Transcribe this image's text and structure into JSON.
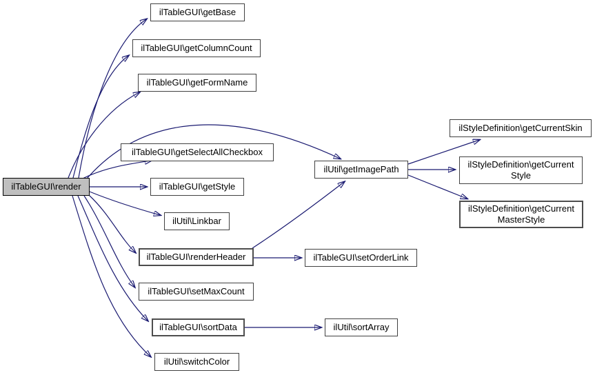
{
  "diagram": {
    "type": "call-graph",
    "colors": {
      "background": "#ffffff",
      "edge": "#191970",
      "node_border": "#404040",
      "node_fill": "#ffffff",
      "highlight_fill": "#bfbfbf"
    },
    "nodes": {
      "render": {
        "label": "ilTableGUI\\render",
        "highlighted": true
      },
      "getBase": {
        "label": "ilTableGUI\\getBase"
      },
      "getColumnCount": {
        "label": "ilTableGUI\\getColumnCount"
      },
      "getFormName": {
        "label": "ilTableGUI\\getFormName"
      },
      "getSelectAllCheckbox": {
        "label": "ilTableGUI\\getSelectAllCheckbox"
      },
      "getStyle": {
        "label": "ilTableGUI\\getStyle"
      },
      "linkbar": {
        "label": "ilUtil\\Linkbar"
      },
      "renderHeader": {
        "label": "ilTableGUI\\renderHeader"
      },
      "setMaxCount": {
        "label": "ilTableGUI\\setMaxCount"
      },
      "sortData": {
        "label": "ilTableGUI\\sortData"
      },
      "switchColor": {
        "label": "ilUtil\\switchColor"
      },
      "getImagePath": {
        "label": "ilUtil\\getImagePath"
      },
      "getCurrentSkin": {
        "label": "ilStyleDefinition\\getCurrentSkin"
      },
      "getCurrentStyle": {
        "label": "ilStyleDefinition\\getCurrent\nStyle"
      },
      "getCurrentMasterStyle": {
        "label": "ilStyleDefinition\\getCurrent\nMasterStyle"
      },
      "setOrderLink": {
        "label": "ilTableGUI\\setOrderLink"
      },
      "sortArray": {
        "label": "ilUtil\\sortArray"
      }
    },
    "edges": [
      {
        "from": "render",
        "to": "getBase"
      },
      {
        "from": "render",
        "to": "getColumnCount"
      },
      {
        "from": "render",
        "to": "getFormName"
      },
      {
        "from": "render",
        "to": "getImagePath"
      },
      {
        "from": "render",
        "to": "getSelectAllCheckbox"
      },
      {
        "from": "render",
        "to": "getStyle"
      },
      {
        "from": "render",
        "to": "linkbar"
      },
      {
        "from": "render",
        "to": "renderHeader"
      },
      {
        "from": "render",
        "to": "setMaxCount"
      },
      {
        "from": "render",
        "to": "sortData"
      },
      {
        "from": "render",
        "to": "switchColor"
      },
      {
        "from": "renderHeader",
        "to": "getImagePath"
      },
      {
        "from": "renderHeader",
        "to": "setOrderLink"
      },
      {
        "from": "sortData",
        "to": "sortArray"
      },
      {
        "from": "getImagePath",
        "to": "getCurrentSkin"
      },
      {
        "from": "getImagePath",
        "to": "getCurrentStyle"
      },
      {
        "from": "getImagePath",
        "to": "getCurrentMasterStyle"
      }
    ]
  }
}
